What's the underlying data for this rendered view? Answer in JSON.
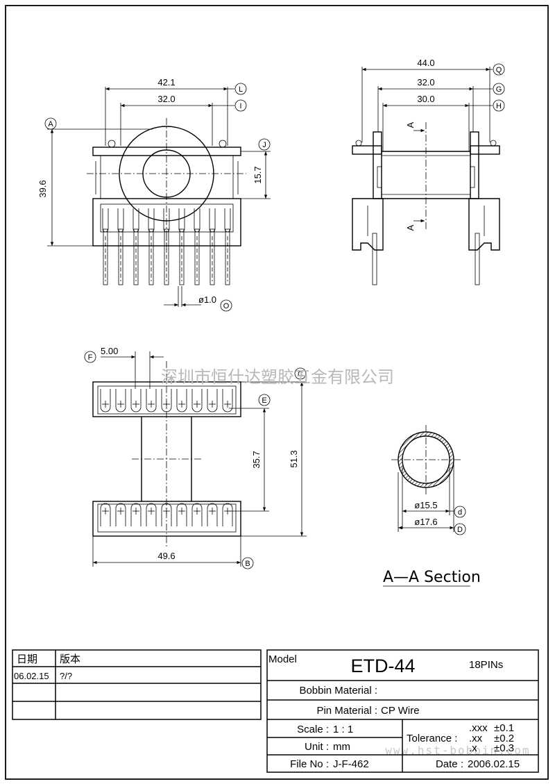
{
  "front_view": {
    "width_outer": "42.1",
    "width_inner": "32.0",
    "height": "39.6",
    "core_height": "15.7",
    "pin_diameter": "ø1.0",
    "markers": {
      "l": "L",
      "i": "I",
      "a": "A",
      "j": "J",
      "o": "O"
    }
  },
  "side_view": {
    "width_total": "44.0",
    "width_mid": "32.0",
    "width_inner": "30.0",
    "section_label": "A",
    "markers": {
      "q": "Q",
      "g": "G",
      "h": "H"
    }
  },
  "bottom_view": {
    "pitch": "5.00",
    "row_spacing": "35.7",
    "length": "51.3",
    "width": "49.6",
    "markers": {
      "f": "F",
      "c": "C",
      "e": "E",
      "b": "B"
    }
  },
  "section_view": {
    "inner_diameter": "ø15.5",
    "outer_diameter": "ø17.6",
    "title": "A—A Section",
    "markers": {
      "d_small": "d",
      "d_big": "D"
    }
  },
  "watermark": {
    "company": "深圳市恒什达塑胶五金有限公司",
    "site": "www.hst-bobbin.com"
  },
  "revision_table": {
    "col_date": "日期",
    "col_version": "版本",
    "rows": [
      {
        "date": "06.02.15",
        "version": "?/?"
      },
      {
        "date": "",
        "version": ""
      },
      {
        "date": "",
        "version": ""
      }
    ]
  },
  "title_block": {
    "model_label": "Model",
    "model": "ETD-44",
    "pins": "18PINs",
    "bobbin_material_label": "Bobbin  Material :",
    "bobbin_material": "",
    "pin_material_label": "Pin  Material :",
    "pin_material": "CP Wire",
    "scale_label": "Scale :",
    "scale": "1 : 1",
    "unit_label": "Unit :",
    "unit": "mm",
    "file_label": "File  No :",
    "file_no": "J-F-462",
    "tolerance_label": "Tolerance :",
    "tolerances": [
      {
        "fmt": ".xxx",
        "val": "±0.1"
      },
      {
        "fmt": ".xx",
        "val": "±0.2"
      },
      {
        "fmt": ".x",
        "val": "±0.3"
      }
    ],
    "date_label": "Date :",
    "date": "2006.02.15"
  }
}
